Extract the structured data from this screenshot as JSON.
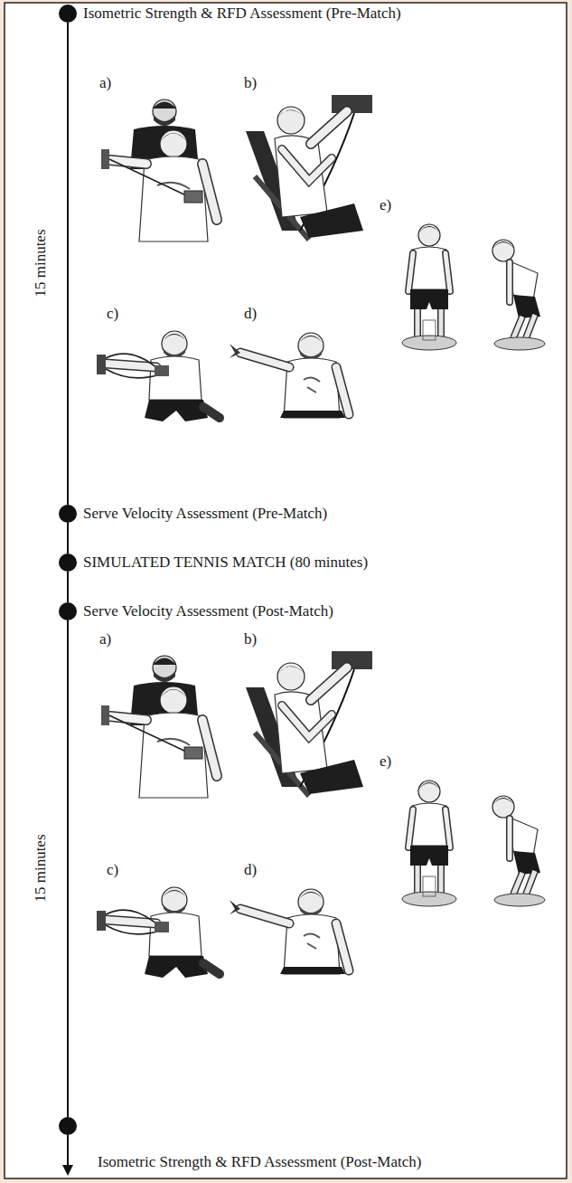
{
  "diagram": {
    "nodes": [
      {
        "text": [
          "Isometric Strength & RFD Assessment (Pre-Match)"
        ]
      },
      {
        "text": [
          "Serve Velocity Assessment (Pre-Match)"
        ]
      },
      {
        "text": [
          "SIMULATED TENNIS MATCH (80 minutes)"
        ]
      },
      {
        "text": [
          "Serve Velocity Assessment (Post-Match)"
        ]
      },
      {
        "text": [
          "Isometric Strength & RFD Assessment (Post-Match)"
        ]
      }
    ],
    "edges": [
      {
        "from": 0,
        "to": 1,
        "arrow": "none"
      },
      {
        "from": 1,
        "to": 2,
        "arrow": "none"
      },
      {
        "from": 2,
        "to": 3,
        "arrow": "none"
      },
      {
        "from": 3,
        "to": 4,
        "arrow": "none"
      }
    ],
    "labels": [
      "15 minutes",
      "a)",
      "b)",
      "c)",
      "d)",
      "e)",
      "15 minutes",
      "a)",
      "b)",
      "c)",
      "d)",
      "e)"
    ]
  }
}
